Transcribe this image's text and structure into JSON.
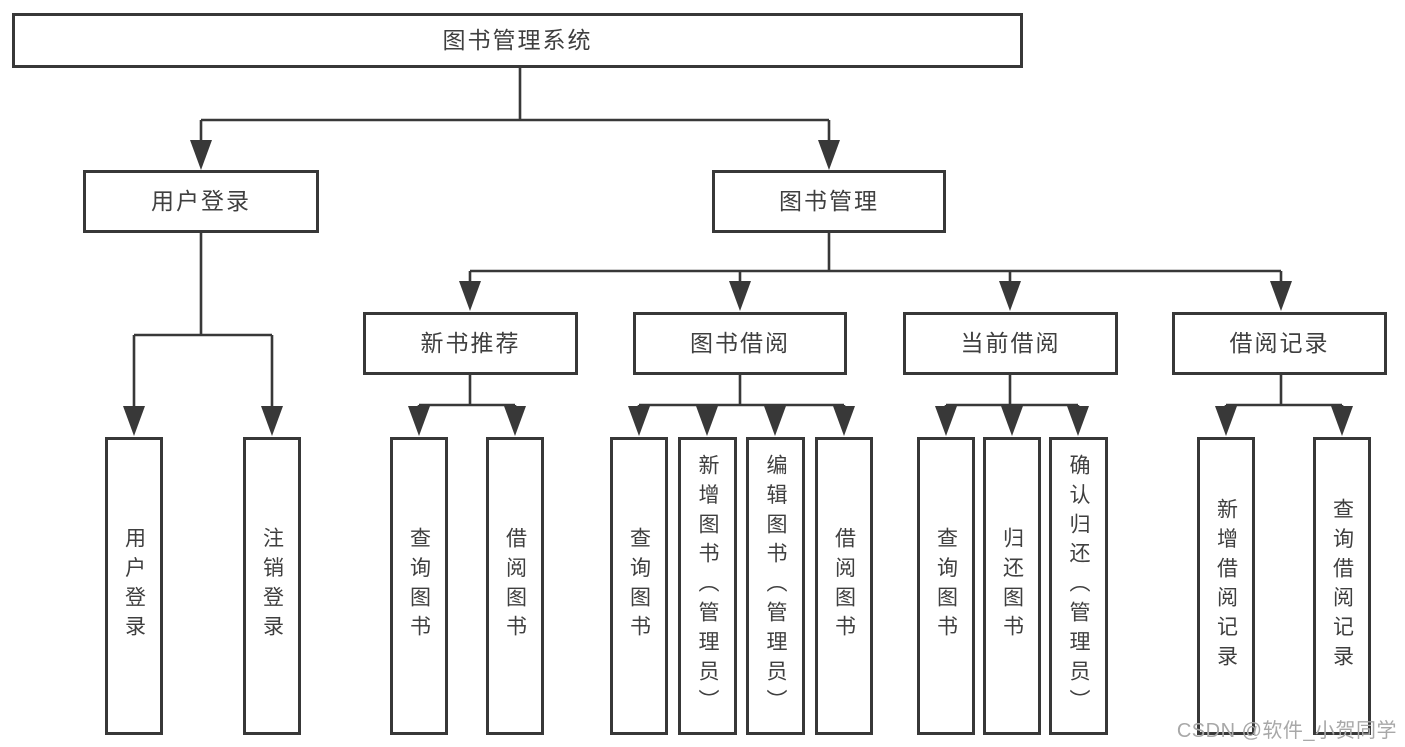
{
  "colors": {
    "line": "#383838",
    "box_border": "#383838",
    "text": "#3f3f3f",
    "watermark": "#a8a8a8",
    "background": "#ffffff"
  },
  "watermark": {
    "text": "CSDN @软件_小贺同学"
  },
  "tree": {
    "label": "图书管理系统",
    "children": [
      {
        "label": "用户登录",
        "children": [
          {
            "label": "用户登录"
          },
          {
            "label": "注销登录"
          }
        ]
      },
      {
        "label": "图书管理",
        "children": [
          {
            "label": "新书推荐",
            "children": [
              {
                "label": "查询图书"
              },
              {
                "label": "借阅图书"
              }
            ]
          },
          {
            "label": "图书借阅",
            "children": [
              {
                "label": "查询图书"
              },
              {
                "label": "新增图书（管理员）"
              },
              {
                "label": "编辑图书（管理员）"
              },
              {
                "label": "借阅图书"
              }
            ]
          },
          {
            "label": "当前借阅",
            "children": [
              {
                "label": "查询图书"
              },
              {
                "label": "归还图书"
              },
              {
                "label": "确认归还（管理员）"
              }
            ]
          },
          {
            "label": "借阅记录",
            "children": [
              {
                "label": "新增借阅记录"
              },
              {
                "label": "查询借阅记录"
              }
            ]
          }
        ]
      }
    ]
  }
}
